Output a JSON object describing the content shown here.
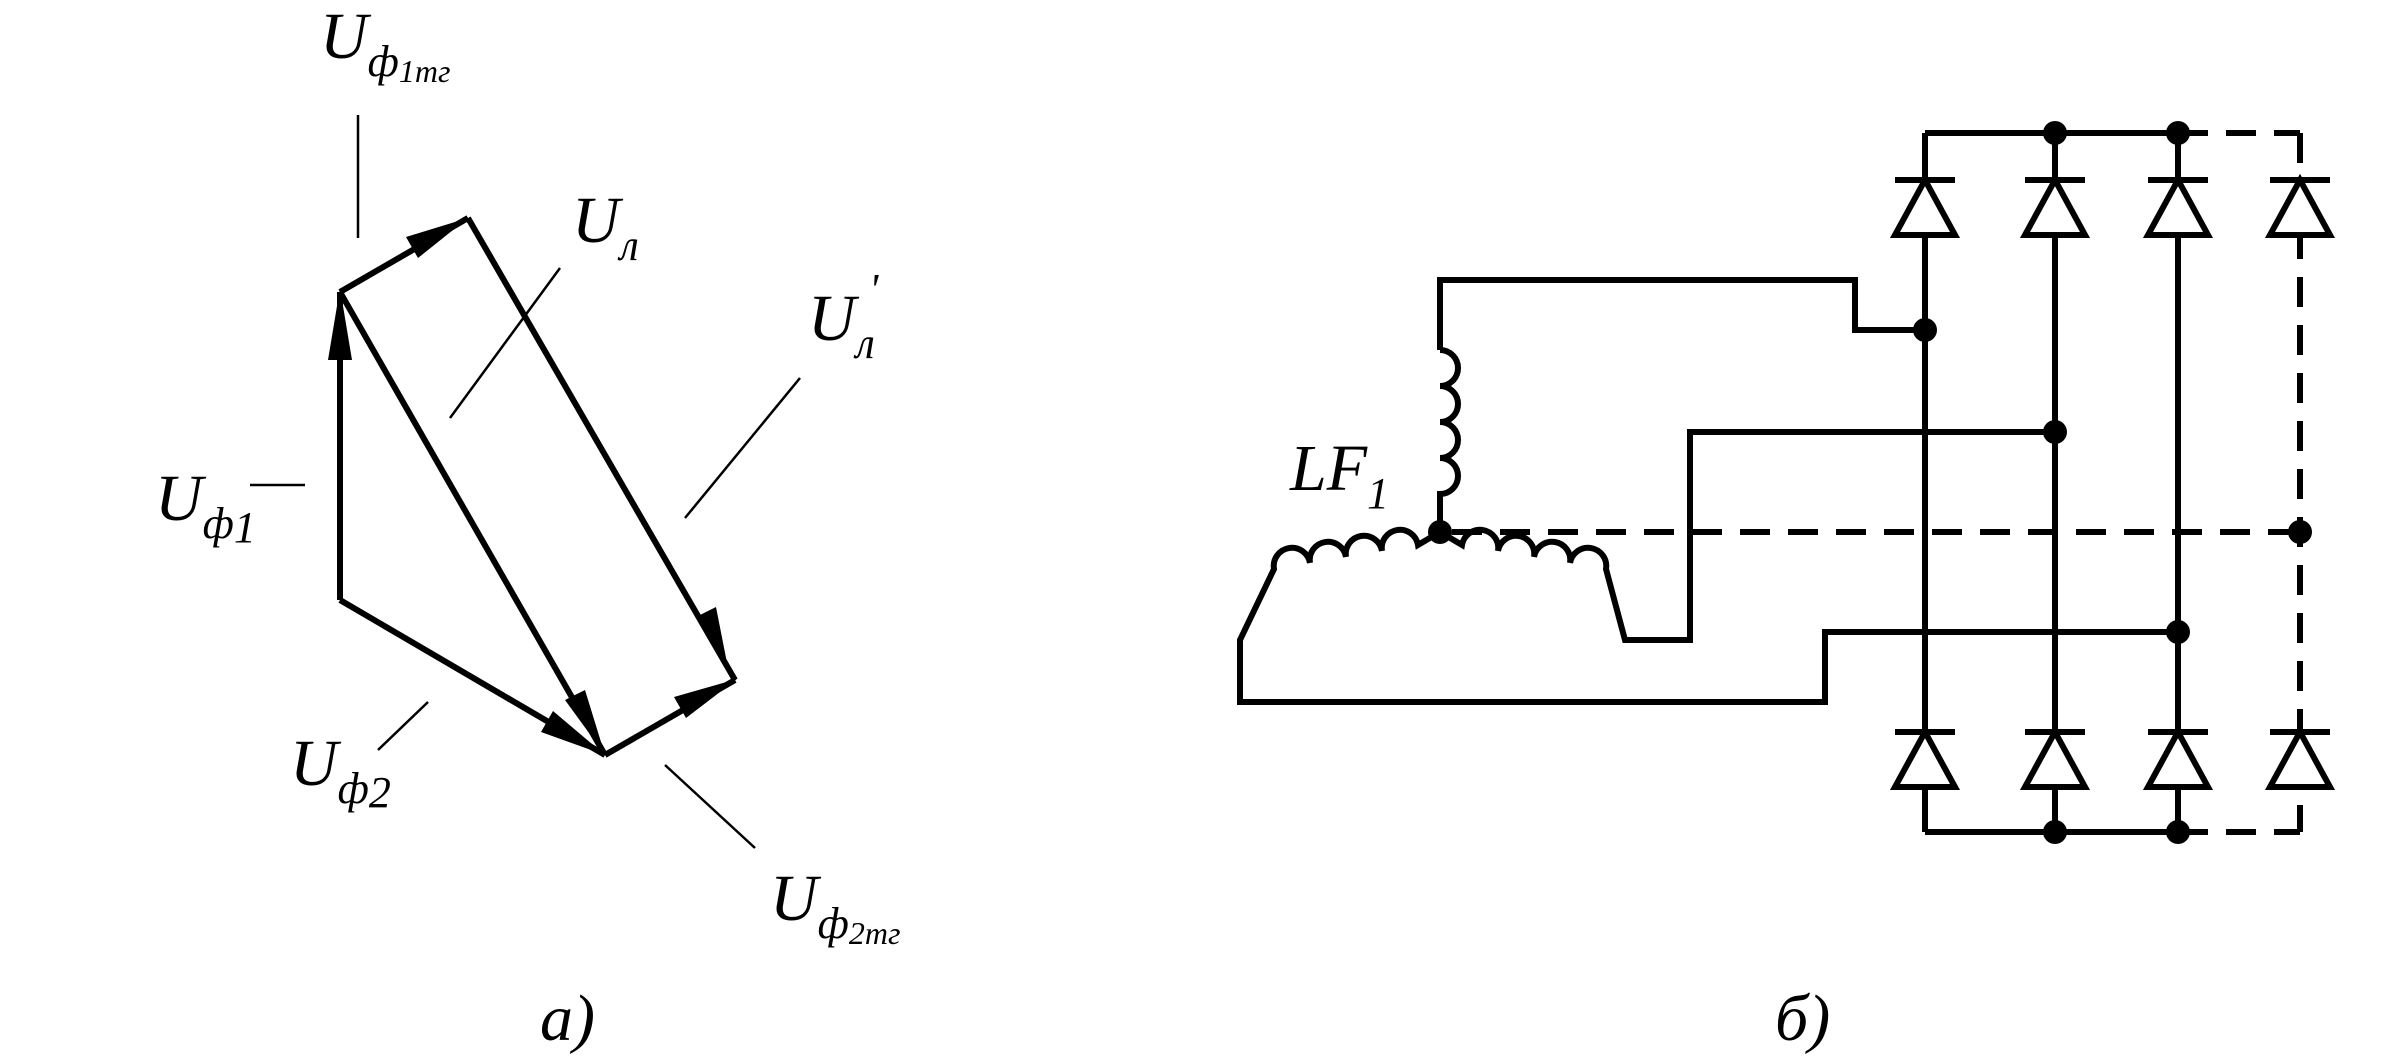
{
  "part_a": {
    "caption": "а)",
    "labels": {
      "u_phi_1tg": {
        "main": "U",
        "sub": "ф",
        "sub2": "1тг"
      },
      "u_l": {
        "main": "U",
        "sub": "л"
      },
      "u_l_prime": {
        "main": "U",
        "sub": "л",
        "prime": "'"
      },
      "u_phi_1": {
        "main": "U",
        "sub": "ф",
        "sub2": "1"
      },
      "u_phi_2": {
        "main": "U",
        "sub": "ф",
        "sub2": "2"
      },
      "u_phi_2tg": {
        "main": "U",
        "sub": "ф",
        "sub2": "2тг"
      }
    }
  },
  "part_b": {
    "caption": "б)",
    "winding_label": {
      "main": "LF",
      "sub": "1"
    }
  }
}
